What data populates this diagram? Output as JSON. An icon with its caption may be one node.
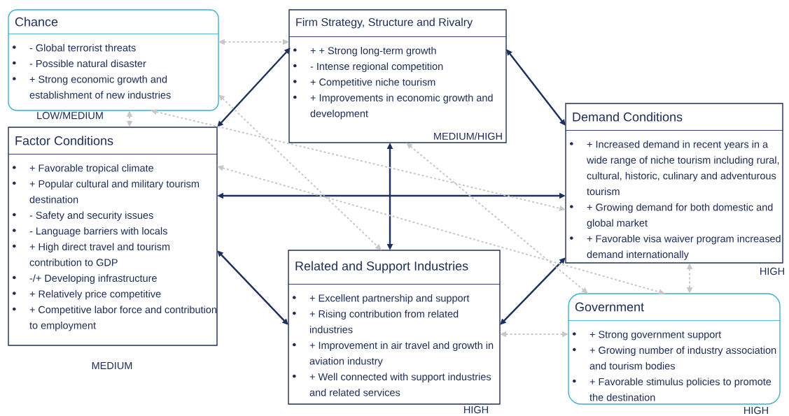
{
  "diagram": {
    "nodes": [
      {
        "text": [
          "Chance",
          "- Global terrorist threats",
          "- Possible natural disaster",
          "+ Strong economic growth and establishment of new industries"
        ],
        "beside": [
          "LOW/MEDIUM"
        ]
      },
      {
        "text": [
          "Firm Strategy, Structure and Rivalry",
          "+ + Strong long-term growth",
          "- Intense regional competition",
          "+ Competitive niche tourism",
          "+ Improvements in economic growth and development",
          "MEDIUM/HIGH"
        ]
      },
      {
        "text": [
          "Factor Conditions",
          "+ Favorable tropical climate",
          "+ Popular cultural and military tourism destination",
          "- Safety and security issues",
          "- Language barriers with locals",
          "+ High direct travel and tourism contribution to GDP",
          "-/+ Developing infrastructure",
          "+ Relatively price competitive",
          "+ Competitive labor force and contribution to employment"
        ],
        "beside": [
          "MEDIUM"
        ]
      },
      {
        "text": [
          "Demand Conditions",
          "+ Increased demand in recent years in a wide range of niche tourism including rural, cultural, historic, culinary and adventurous tourism",
          "+ Growing demand for both domestic and global market",
          "+ Favorable visa waiver program increased demand internationally"
        ],
        "beside": [
          "HIGH"
        ]
      },
      {
        "text": [
          "Related and Support Industries",
          "+ Excellent partnership and support",
          "+ Rising contribution from related industries",
          "+ Improvement in air travel and growth in aviation industry",
          "+ Well connected with support industries and related services"
        ],
        "beside": [
          "HIGH"
        ]
      },
      {
        "text": [
          "Government",
          "+ Strong government support",
          "+ Growing number of industry association and tourism bodies",
          "+ Favorable stimulus policies to promote the destination"
        ],
        "beside": [
          "HIGH"
        ]
      }
    ],
    "edges": [
      {
        "from": 1,
        "to": 2,
        "arrow": "both",
        "color": "#1f2f5c"
      },
      {
        "from": 1,
        "to": 3,
        "arrow": "both",
        "color": "#1f2f5c"
      },
      {
        "from": 2,
        "to": 3,
        "arrow": "both",
        "color": "#1f2f5c"
      },
      {
        "from": 1,
        "to": 4,
        "arrow": "both",
        "color": "#1f2f5c"
      },
      {
        "from": 2,
        "to": 4,
        "arrow": "both",
        "color": "#1f2f5c"
      },
      {
        "from": 4,
        "to": 3,
        "arrow": "both",
        "color": "#1f2f5c"
      },
      {
        "from": 0,
        "to": 1,
        "arrow": "both",
        "style": "dashed"
      },
      {
        "from": 0,
        "to": 2,
        "arrow": "both",
        "style": "dashed"
      },
      {
        "from": 0,
        "to": 3,
        "arrow": "both",
        "style": "dashed"
      },
      {
        "from": 0,
        "to": 4,
        "arrow": "both",
        "style": "dashed"
      },
      {
        "from": 2,
        "to": 5,
        "arrow": "both",
        "style": "dashed"
      },
      {
        "from": 1,
        "to": 5,
        "arrow": "both",
        "style": "dashed"
      },
      {
        "from": 3,
        "to": 5,
        "arrow": "both",
        "style": "dashed"
      },
      {
        "from": 4,
        "to": 5,
        "arrow": "both",
        "style": "dashed"
      }
    ]
  }
}
